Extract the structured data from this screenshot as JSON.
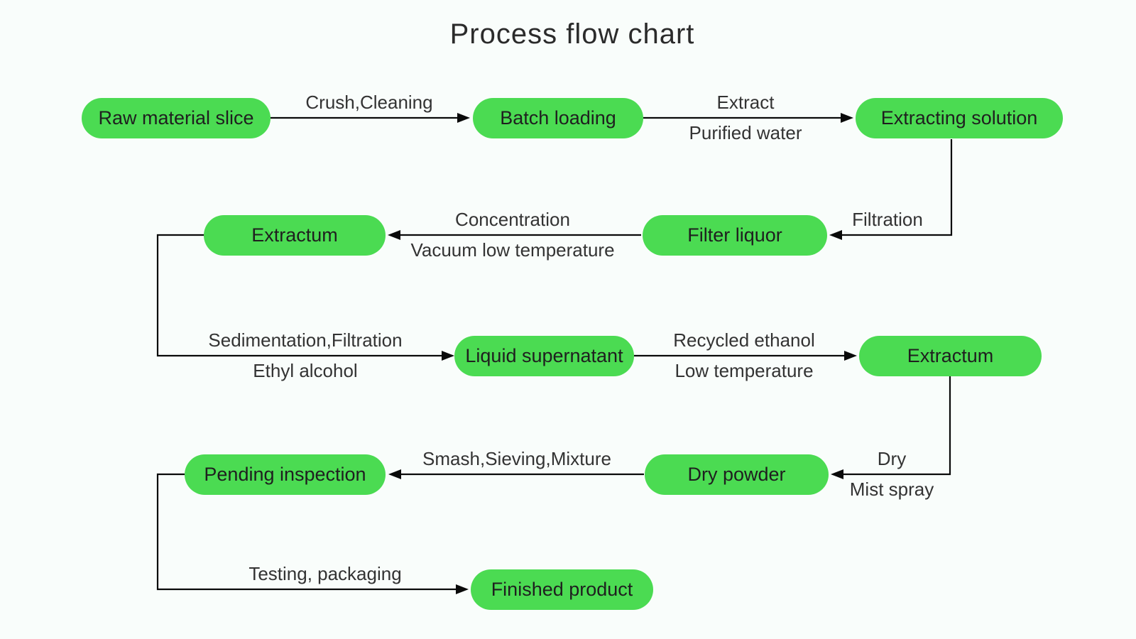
{
  "title": "Process flow chart",
  "colors": {
    "node_fill": "#4bdb52",
    "background": "#f9fdfb",
    "line": "#0a0a0a",
    "text": "#333333"
  },
  "nodes": {
    "raw_material_slice": {
      "label": "Raw material slice"
    },
    "batch_loading": {
      "label": "Batch loading"
    },
    "extracting_solution": {
      "label": "Extracting solution"
    },
    "extractum_1": {
      "label": "Extractum"
    },
    "filter_liquor": {
      "label": "Filter liquor"
    },
    "liquid_supernatant": {
      "label": "Liquid supernatant"
    },
    "extractum_2": {
      "label": "Extractum"
    },
    "pending_inspection": {
      "label": "Pending inspection"
    },
    "dry_powder": {
      "label": "Dry powder"
    },
    "finished_product": {
      "label": "Finished product"
    }
  },
  "edges": {
    "crush": {
      "line1": "Crush,Cleaning"
    },
    "extract": {
      "line1": "Extract",
      "line2": "Purified water"
    },
    "filtration": {
      "line1": "Filtration"
    },
    "concentration": {
      "line1": "Concentration",
      "line2": "Vacuum low temperature"
    },
    "sedimentation": {
      "line1": "Sedimentation,Filtration",
      "line2": "Ethyl alcohol"
    },
    "recycled": {
      "line1": "Recycled ethanol",
      "line2": "Low temperature"
    },
    "dry": {
      "line1": "Dry",
      "line2": "Mist spray"
    },
    "smash": {
      "line1": "Smash,Sieving,Mixture"
    },
    "testing": {
      "line1": "Testing, packaging"
    }
  }
}
